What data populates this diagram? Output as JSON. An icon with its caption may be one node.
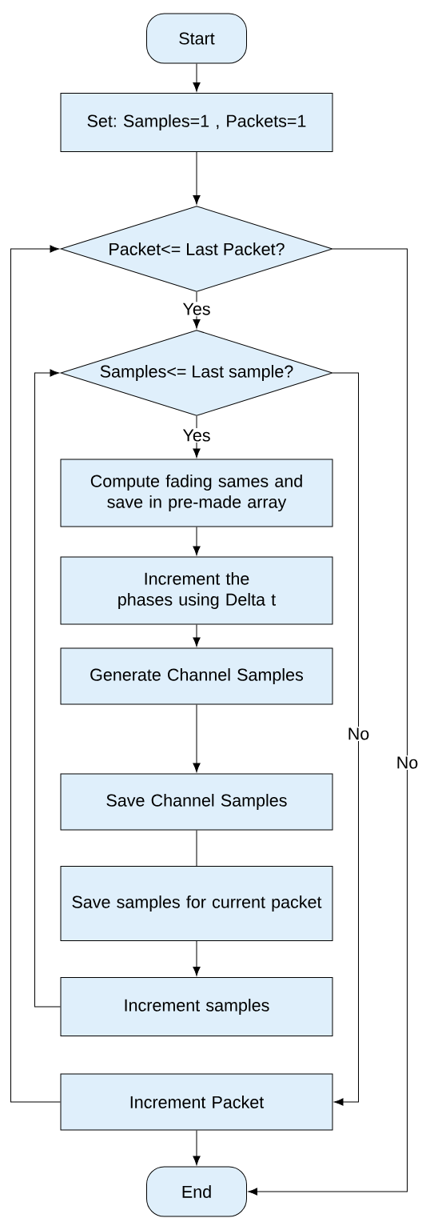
{
  "diagram": {
    "nodes": [
      {
        "text": [
          "Start"
        ]
      },
      {
        "text": [
          "Set: Samples=1 , Packets=1"
        ]
      },
      {
        "text": [
          "Packet<= Last Packet?"
        ]
      },
      {
        "text": [
          "Samples<= Last sample?"
        ]
      },
      {
        "text": [
          "Compute fading sames and save in pre-made array"
        ]
      },
      {
        "text": [
          "Increment the phases using Delta t"
        ]
      },
      {
        "text": [
          "Generate Channel Samples"
        ]
      },
      {
        "text": [
          "Save Channel Samples"
        ]
      },
      {
        "text": [
          "Save samples for current packet"
        ]
      },
      {
        "text": [
          "Increment samples"
        ]
      },
      {
        "text": [
          "Increment Packet"
        ]
      },
      {
        "text": [
          "End"
        ]
      }
    ],
    "edges": [
      {
        "from": 0,
        "to": 1,
        "arrow": "to"
      },
      {
        "from": 1,
        "to": 2,
        "arrow": "to"
      },
      {
        "from": 2,
        "to": 3,
        "arrow": "to",
        "label": "Yes"
      },
      {
        "from": 3,
        "to": 4,
        "arrow": "to",
        "label": "Yes"
      },
      {
        "from": 4,
        "to": 5,
        "arrow": "to"
      },
      {
        "from": 5,
        "to": 6,
        "arrow": "to"
      },
      {
        "from": 6,
        "to": 7,
        "arrow": "to"
      },
      {
        "from": 7,
        "to": 8,
        "arrow": "none"
      },
      {
        "from": 8,
        "to": 9,
        "arrow": "to"
      },
      {
        "from": 9,
        "to": 3,
        "arrow": "to"
      },
      {
        "from": 10,
        "to": 2,
        "arrow": "to"
      },
      {
        "from": 3,
        "to": 10,
        "arrow": "to",
        "label": "No"
      },
      {
        "from": 2,
        "to": 11,
        "arrow": "to",
        "label": "No"
      },
      {
        "from": 10,
        "to": 11,
        "arrow": "to"
      }
    ]
  }
}
